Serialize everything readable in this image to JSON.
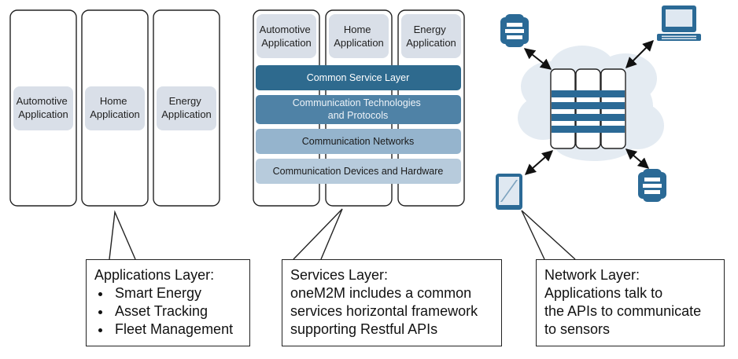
{
  "panel1": {
    "columns": [
      {
        "label_lines": [
          "Automotive",
          "Application"
        ]
      },
      {
        "label_lines": [
          "Home",
          "Application"
        ]
      },
      {
        "label_lines": [
          "Energy",
          "Application"
        ]
      }
    ]
  },
  "panel2": {
    "columns": [
      {
        "label_lines": [
          "Automotive",
          "Application"
        ]
      },
      {
        "label_lines": [
          "Home",
          "Application"
        ]
      },
      {
        "label_lines": [
          "Energy",
          "Application"
        ]
      }
    ],
    "layers": [
      {
        "label_lines": [
          "Common Service Layer"
        ],
        "color": "#2e6a8e"
      },
      {
        "label_lines": [
          "Communication Technologies",
          "and Protocols"
        ],
        "color": "#4f82a6"
      },
      {
        "label_lines": [
          "Communication Networks"
        ],
        "color": "#95b4cd"
      },
      {
        "label_lines": [
          "Communication Devices and Hardware"
        ],
        "color": "#b7cbdc"
      }
    ]
  },
  "callouts": {
    "applications": {
      "title": "Applications Layer:",
      "items": [
        "Smart Energy",
        "Asset Tracking",
        "Fleet Management"
      ]
    },
    "services": {
      "lines": [
        "Services Layer:",
        "oneM2M includes a common",
        "services horizontal framework",
        "supporting Restful APIs"
      ]
    },
    "network": {
      "lines": [
        "Network Layer:",
        "Applications talk to",
        "the APIs to communicate",
        "to sensors"
      ]
    }
  },
  "icons": [
    "sensor-icon",
    "computer-icon",
    "tablet-icon",
    "server-rack-icon",
    "cloud-icon"
  ],
  "colors": {
    "icon_blue": "#2b6a96",
    "label_bg": "#d9dfe8",
    "cloud": "#e4ebf2"
  }
}
